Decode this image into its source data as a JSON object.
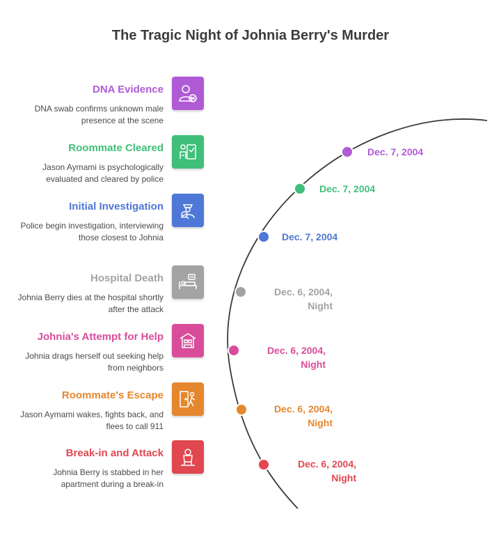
{
  "title": "The Tragic Night of Johnia Berry's Murder",
  "events": [
    {
      "title": "DNA Evidence",
      "description": "DNA swab confirms unknown male presence at the scene",
      "date_line1": "Dec. 7, 2004",
      "date_line2": "",
      "color": "#b05ad6",
      "icon": "dna-person-icon"
    },
    {
      "title": "Roommate Cleared",
      "description": "Jason Aymami is psychologically evaluated and cleared by police",
      "date_line1": "Dec. 7, 2004",
      "date_line2": "",
      "color": "#3fbf7a",
      "icon": "clipboard-check-icon"
    },
    {
      "title": "Initial Investigation",
      "description": "Police begin investigation, interviewing those closest to Johnia",
      "date_line1": "Dec. 7, 2004",
      "date_line2": "",
      "color": "#4e77d6",
      "icon": "detective-search-icon"
    },
    {
      "title": "Hospital Death",
      "description": "Johnia Berry dies at the hospital shortly after the attack",
      "date_line1": "Dec. 6, 2004,",
      "date_line2": "Night",
      "color": "#a3a3a3",
      "icon": "hospital-bed-icon"
    },
    {
      "title": "Johnia's Attempt for Help",
      "description": "Johnia drags herself out seeking help from neighbors",
      "date_line1": "Dec. 6, 2004,",
      "date_line2": "Night",
      "color": "#d94c9a",
      "icon": "house-help-icon"
    },
    {
      "title": "Roommate's Escape",
      "description": "Jason Aymami wakes, fights back, and flees to call 911",
      "date_line1": "Dec. 6, 2004,",
      "date_line2": "Night",
      "color": "#e5872e",
      "icon": "exit-door-icon"
    },
    {
      "title": "Break-in and Attack",
      "description": "Johnia Berry is stabbed in her apartment during a break-in",
      "date_line1": "Dec. 6, 2004,",
      "date_line2": "Night",
      "color": "#e0474f",
      "icon": "intruder-icon"
    }
  ]
}
